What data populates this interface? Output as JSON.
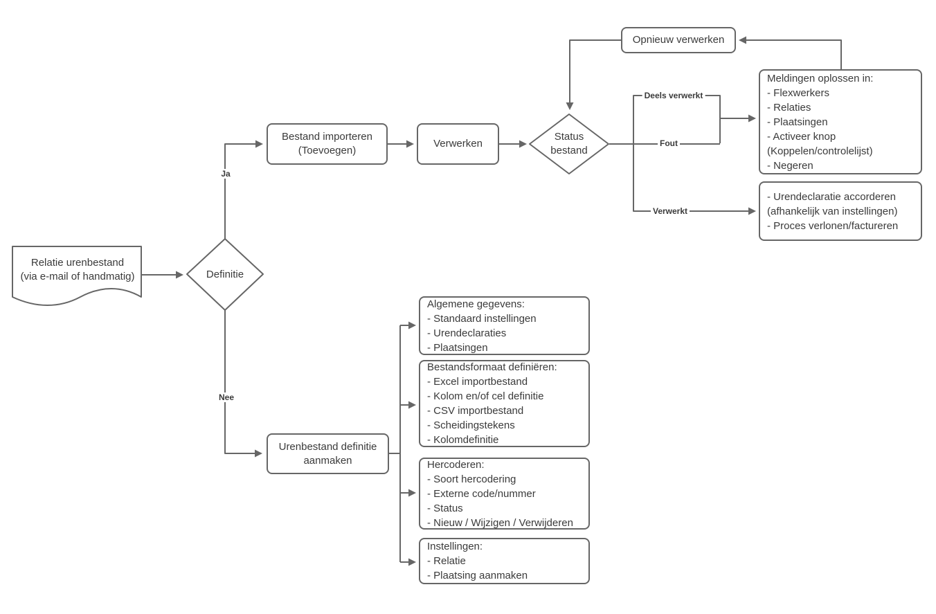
{
  "colors": {
    "stroke": "#666666",
    "text": "#3a3a3a",
    "background": "#ffffff"
  },
  "nodes": {
    "relatie_urenbestand": {
      "lines": [
        "Relatie urenbestand",
        "(via e-mail of handmatig)"
      ]
    },
    "definitie": {
      "label": "Definitie"
    },
    "bestand_importeren": {
      "lines": [
        "Bestand importeren",
        "(Toevoegen)"
      ]
    },
    "verwerken": {
      "label": "Verwerken"
    },
    "status_bestand": {
      "lines": [
        "Status",
        "bestand"
      ]
    },
    "opnieuw_verwerken": {
      "label": "Opnieuw verwerken"
    },
    "meldingen_oplossen": {
      "lines": [
        "Meldingen oplossen in:",
        "- Flexwerkers",
        "- Relaties",
        "- Plaatsingen",
        "- Activeer knop",
        "(Koppelen/controlelijst)",
        "- Negeren"
      ]
    },
    "urendeclaratie_accorderen": {
      "lines": [
        "- Urendeclaratie accorderen",
        "(afhankelijk van instellingen)",
        "- Proces verlonen/factureren"
      ]
    },
    "urenbestand_definitie": {
      "lines": [
        "Urenbestand definitie",
        "aanmaken"
      ]
    },
    "algemene_gegevens": {
      "lines": [
        "Algemene gegevens:",
        "- Standaard instellingen",
        "- Urendeclaraties",
        "- Plaatsingen"
      ]
    },
    "bestandsformaat": {
      "lines": [
        "Bestandsformaat definiëren:",
        "- Excel importbestand",
        "- Kolom en/of cel definitie",
        "- CSV importbestand",
        "- Scheidingstekens",
        "- Kolomdefinitie"
      ]
    },
    "hercoderen": {
      "lines": [
        "Hercoderen:",
        "- Soort hercodering",
        "- Externe code/nummer",
        "- Status",
        "- Nieuw / Wijzigen / Verwijderen"
      ]
    },
    "instellingen": {
      "lines": [
        "Instellingen:",
        "- Relatie",
        "- Plaatsing aanmaken"
      ]
    }
  },
  "edge_labels": {
    "ja": "Ja",
    "nee": "Nee",
    "deels_verwerkt": "Deels verwerkt",
    "fout": "Fout",
    "verwerkt": "Verwerkt"
  }
}
